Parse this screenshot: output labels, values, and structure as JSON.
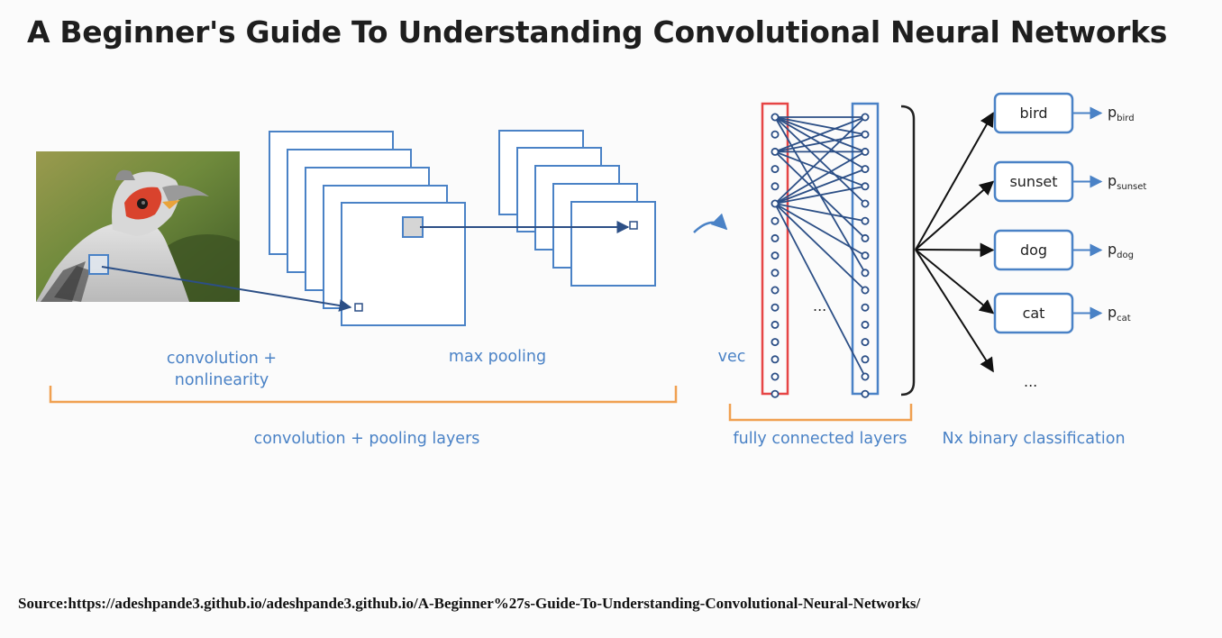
{
  "title": "A Beginner's Guide To Understanding Convolutional Neural Networks",
  "labels": {
    "conv_line1": "convolution +",
    "conv_line2": "nonlinearity",
    "max_pooling": "max pooling",
    "vec": "vec",
    "conv_pool_layers": "convolution + pooling layers",
    "fc_layers": "fully connected layers",
    "binary_classification": "Nx binary classification",
    "hidden_ellipsis": "...",
    "class_ellipsis": "..."
  },
  "classes": [
    {
      "name": "bird",
      "prob_base": "p",
      "prob_sub": "bird"
    },
    {
      "name": "sunset",
      "prob_base": "p",
      "prob_sub": "sunset"
    },
    {
      "name": "dog",
      "prob_base": "p",
      "prob_sub": "dog"
    },
    {
      "name": "cat",
      "prob_base": "p",
      "prob_sub": "cat"
    }
  ],
  "source": "Source:https://adeshpande3.github.io/adeshpande3.github.io/A-Beginner%27s-Guide-To-Understanding-Convolutional-Neural-Networks/",
  "colors": {
    "blue": "#4a82c6",
    "dark_blue": "#2c4f86",
    "orange": "#f0a050",
    "red": "#e64545"
  }
}
